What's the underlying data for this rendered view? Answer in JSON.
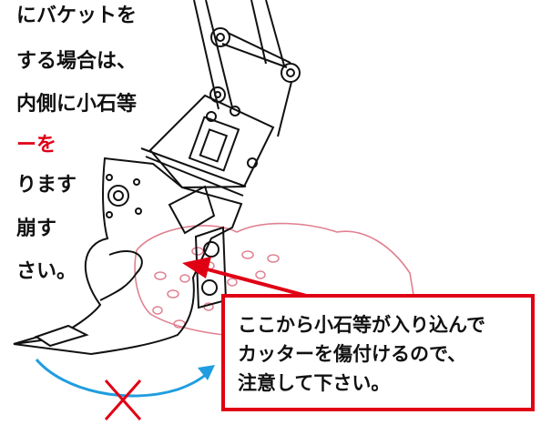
{
  "left_text": {
    "line1": "にバケットを",
    "line2": "する場合は、",
    "line3": "内側に小石等",
    "line4": "ーを",
    "line5": "ります",
    "line6": "崩す",
    "line7": "さい。"
  },
  "callout": {
    "line1": "ここから小石等が入り込んで",
    "line2": "カッターを傷付けるので、",
    "line3": "注意して下さい。"
  },
  "colors": {
    "accent_red": "#e00014",
    "arrow_blue": "#1f9de0",
    "pink_outline": "#e08090",
    "ink_black": "#111111"
  },
  "icons": {
    "machine": "bucket-attachment-icon",
    "pointer": "red-arrow-icon",
    "motion": "blue-curved-arrow-icon",
    "warning": "red-x-icon"
  }
}
